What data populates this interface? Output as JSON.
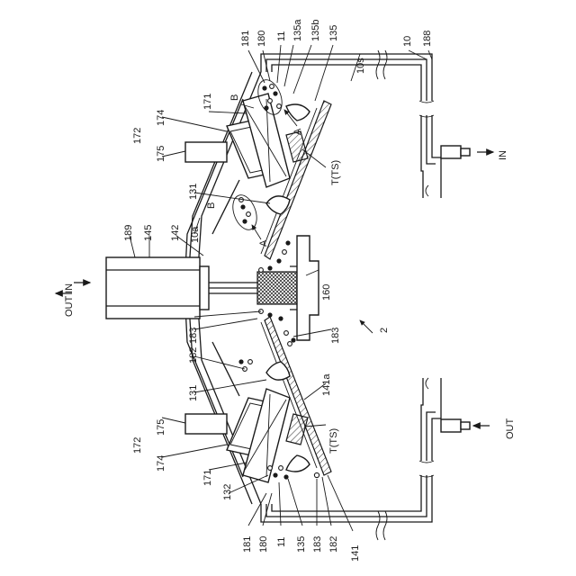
{
  "figure_ref": "2",
  "labels": {
    "l181_top": "181",
    "l180_top": "180",
    "l11_top": "11",
    "l135a": "135a",
    "l135b": "135b",
    "l135_top": "135",
    "l10s": "10s",
    "l10": "10",
    "l188": "188",
    "lB_top": "B",
    "lA_top": "A",
    "l171_top": "171",
    "l172_top": "172",
    "l174_top": "174",
    "l175_top": "175",
    "lT_top": "T(TS)",
    "l131_top": "131",
    "lB_mid": "B",
    "lA_mid": "A",
    "l10a": "10a",
    "l142": "142",
    "l145": "145",
    "l189": "189",
    "l160": "160",
    "l183_mid_l": "183",
    "l183_mid_r": "183",
    "l182_mid": "182",
    "l131_bot": "131",
    "l141a": "141a",
    "l175_bot": "175",
    "l172_bot": "172",
    "l174_bot": "174",
    "l171_bot": "171",
    "l132": "132",
    "lT_bot": "T(TS)",
    "l181_bot": "181",
    "l180_bot": "180",
    "l11_bot": "11",
    "l135_bot": "135",
    "l183_bot": "183",
    "l182_bot": "182",
    "l141": "141"
  },
  "ports": {
    "in_right": "IN",
    "out_right": "OUT",
    "out_in_left": "OUT IN"
  }
}
